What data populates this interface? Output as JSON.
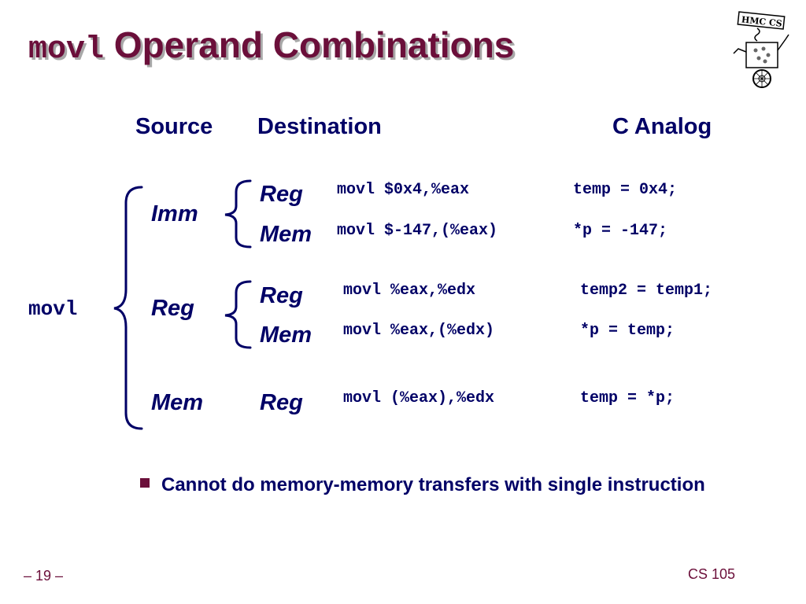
{
  "title": {
    "mono": "movl",
    "rest": " Operand Combinations"
  },
  "headers": {
    "source": "Source",
    "destination": "Destination",
    "c_analog": "C Analog"
  },
  "root_label": "movl",
  "sources": {
    "imm": "Imm",
    "reg": "Reg",
    "mem": "Mem"
  },
  "destinations": {
    "imm_reg": "Reg",
    "imm_mem": "Mem",
    "reg_reg": "Reg",
    "reg_mem": "Mem",
    "mem_reg": "Reg"
  },
  "rows": [
    {
      "instr": "movl $0x4,%eax",
      "c": "temp = 0x4;"
    },
    {
      "instr": "movl $-147,(%eax)",
      "c": "*p = -147;"
    },
    {
      "instr": "movl %eax,%edx",
      "c": "temp2 = temp1;"
    },
    {
      "instr": "movl %eax,(%edx)",
      "c": "*p = temp;"
    },
    {
      "instr": "movl (%eax),%edx",
      "c": "temp = *p;"
    }
  ],
  "bullet": "Cannot do memory-memory transfers with single instruction",
  "footer": {
    "page": "– 19 –",
    "course": "CS 105"
  },
  "logo": {
    "text": "HMC CS"
  },
  "colors": {
    "title": "#6b0f3a",
    "text": "#000066",
    "shadow": "#a8a8a8"
  }
}
